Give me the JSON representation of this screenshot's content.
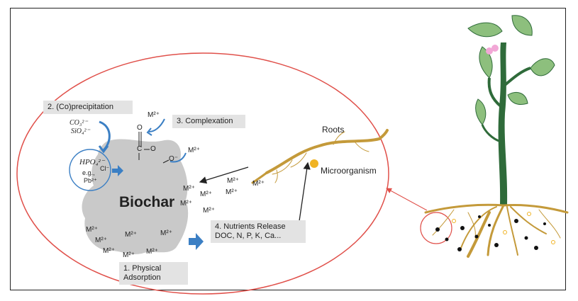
{
  "processes": {
    "coprecipitation": "2. (Co)precipitation",
    "complexation": "3. Complexation",
    "physical_adsorption_line1": "1. Physical",
    "physical_adsorption_line2": "Adsorption",
    "nutrients_line1": "4. Nutrients Release",
    "nutrients_line2": "DOC, N, P, K, Ca..."
  },
  "labels": {
    "biochar": "Biochar",
    "roots": "Roots",
    "microorganism": "Microorganism",
    "metal_ion": "M²⁺",
    "co3": "CO₃²⁻",
    "sio4": "SiO₄²⁻",
    "hpo4": "HPO₄²⁻",
    "cl": "Cl⁻",
    "eg": "e.g.,",
    "pb": "Pb²⁺",
    "carbonyl_o": "O",
    "carboxyl_c": "C",
    "carboxyl_o": "O",
    "phenolic_o": "O⁻"
  },
  "colors": {
    "ellipse": "#e0504a",
    "root": "#c49a3a",
    "microbe": "#f0b323",
    "stem": "#2f6b3a",
    "leaf": "#8dbf7d",
    "flower": "#f2a7d6",
    "biochar": "#c9c9c9",
    "arrow_blue": "#3b7fc4",
    "box": "#e3e3e3"
  }
}
